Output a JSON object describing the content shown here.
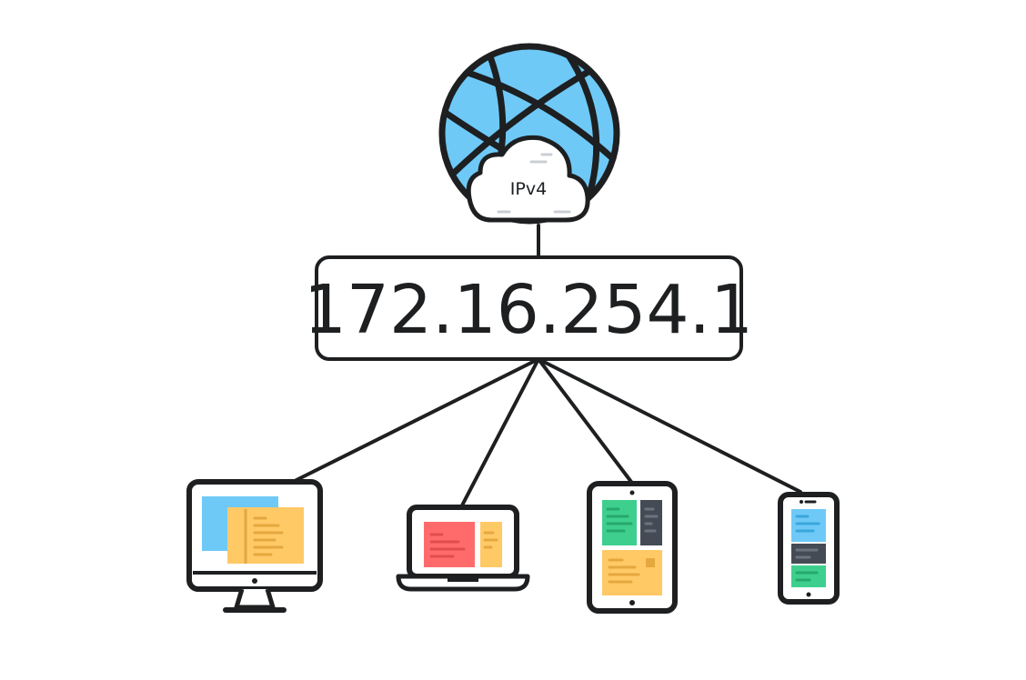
{
  "globe": {
    "cloud_label": "IPv4",
    "icon": "globe-icon",
    "fill_color": "#6ec9f7"
  },
  "address_box": {
    "address": "172.16.254.1"
  },
  "devices": [
    {
      "type": "desktop-monitor",
      "icon": "desktop-icon"
    },
    {
      "type": "laptop",
      "icon": "laptop-icon"
    },
    {
      "type": "tablet",
      "icon": "tablet-icon"
    },
    {
      "type": "smartphone",
      "icon": "smartphone-icon"
    }
  ],
  "colors": {
    "stroke": "#1d1f21",
    "blue": "#6ec9f7",
    "yellow": "#ffc966",
    "red": "#ff6b6b",
    "green": "#3ecf8e",
    "dark": "#444b55"
  }
}
